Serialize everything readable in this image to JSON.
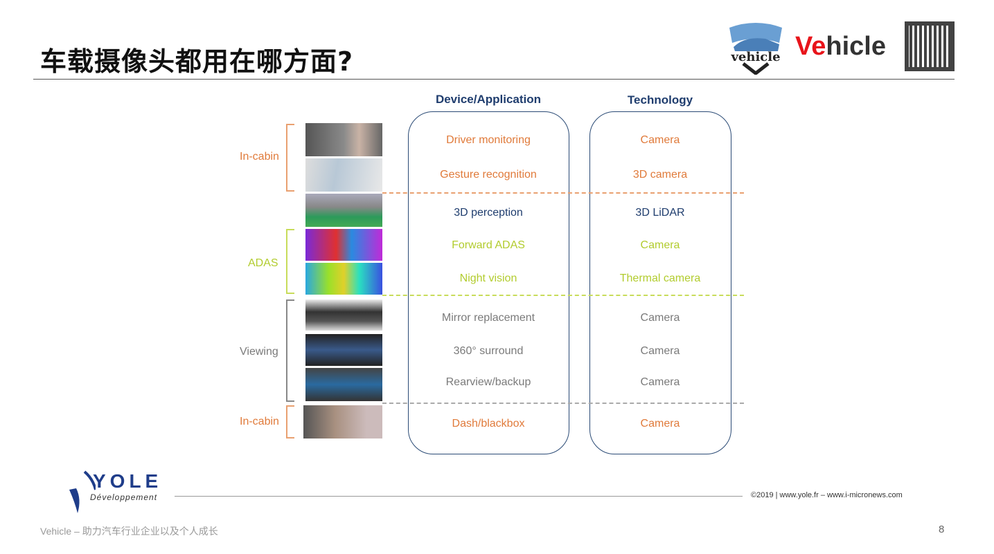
{
  "title": "车载摄像头都用在哪方面?",
  "brand": {
    "logo_text": "vehicle",
    "name_red": "Ve",
    "name_dark": "hicle"
  },
  "headers": {
    "device": "Device/Application",
    "tech": "Technology"
  },
  "groups": [
    "In-cabin",
    "ADAS",
    "Viewing",
    "In-cabin"
  ],
  "rows": [
    {
      "app": "Driver monitoring",
      "tech": "Camera"
    },
    {
      "app": "Gesture recognition",
      "tech": "3D camera"
    },
    {
      "app": "3D perception",
      "tech": "3D LiDAR"
    },
    {
      "app": "Forward ADAS",
      "tech": "Camera"
    },
    {
      "app": "Night vision",
      "tech": "Thermal camera"
    },
    {
      "app": "Mirror replacement",
      "tech": "Camera"
    },
    {
      "app": "360° surround",
      "tech": "Camera"
    },
    {
      "app": "Rearview/backup",
      "tech": "Camera"
    },
    {
      "app": "Dash/blackbox",
      "tech": "Camera"
    }
  ],
  "footer": {
    "yole": "YOLE",
    "yole_sub": "Développement",
    "copyright": "©2019 | www.yole.fr – www.i-micronews.com",
    "caption": "Vehicle – 助力汽车行业企业以及个人成长",
    "page": "8"
  },
  "colors": {
    "orange": "#e07a3a",
    "navy": "#1f3d6e",
    "lime": "#b2cc2e",
    "gray": "#7a7a7a"
  }
}
